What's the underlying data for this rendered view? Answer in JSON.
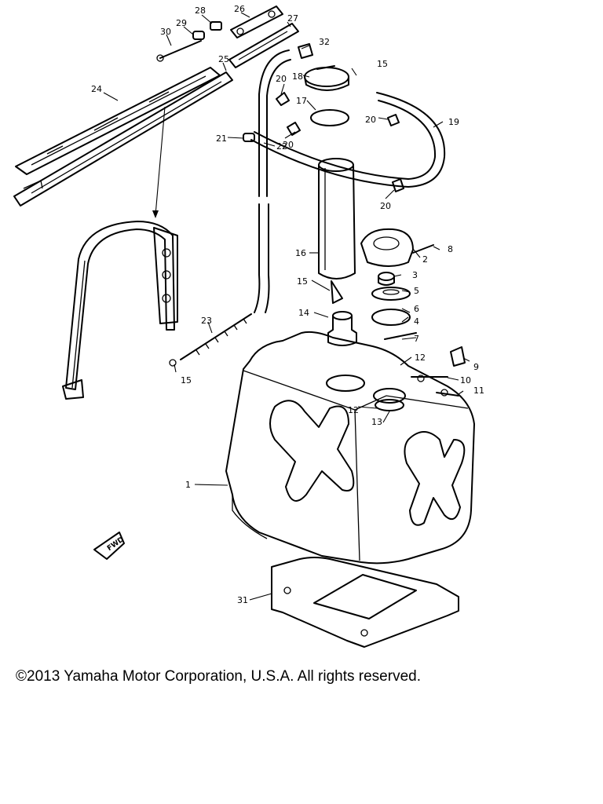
{
  "copyright": "©2013 Yamaha Motor Corporation, U.S.A. All rights reserved.",
  "fwd_marker": "FWD",
  "callouts": [
    "1",
    "2",
    "3",
    "4",
    "5",
    "6",
    "7",
    "8",
    "9",
    "10",
    "11",
    "12",
    "12",
    "13",
    "14",
    "15",
    "15",
    "15",
    "16",
    "17",
    "18",
    "19",
    "20",
    "20",
    "20",
    "20",
    "21",
    "22",
    "23",
    "24",
    "25",
    "26",
    "27",
    "28",
    "29",
    "30",
    "31",
    "32"
  ]
}
